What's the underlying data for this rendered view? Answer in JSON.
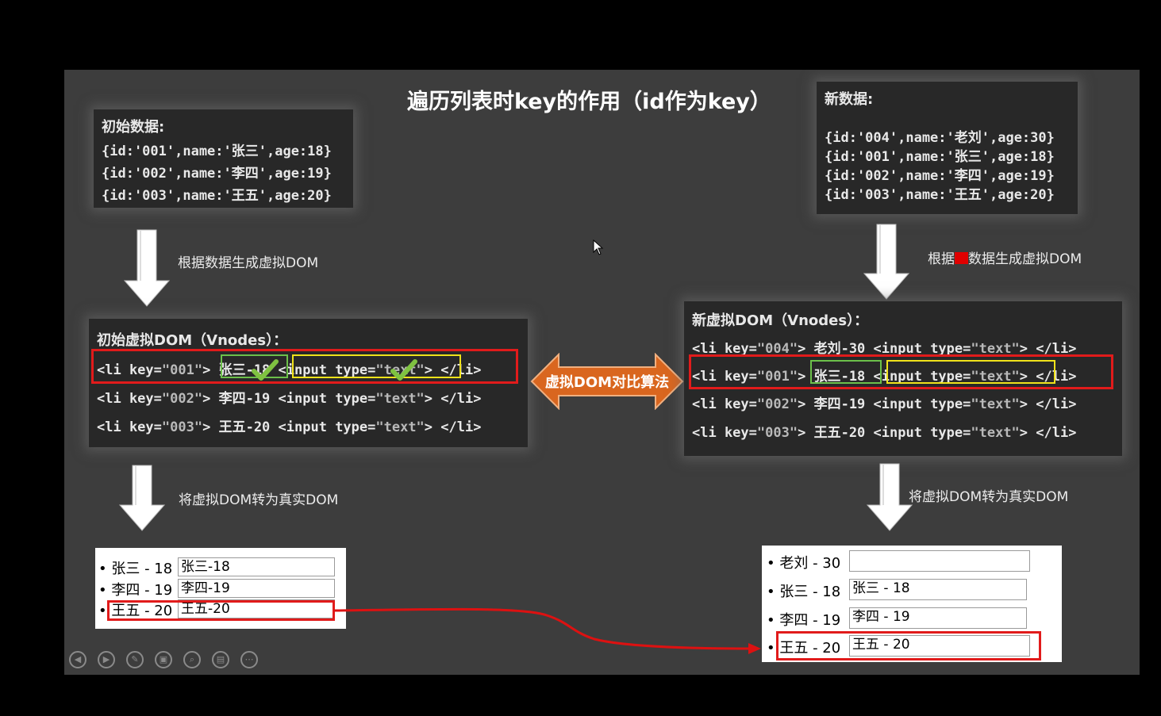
{
  "title": "遍历列表时key的作用（id作为key）",
  "initial_data": {
    "heading": "初始数据:",
    "lines": [
      "{id:'001',name:'张三',age:18}",
      "{id:'002',name:'李四',age:19}",
      "{id:'003',name:'王五',age:20}"
    ]
  },
  "new_data": {
    "heading": "新数据:",
    "lines": [
      "{id:'004',name:'老刘',age:30}",
      "{id:'001',name:'张三',age:18}",
      "{id:'002',name:'李四',age:19}",
      "{id:'003',name:'王五',age:20}"
    ]
  },
  "captions": {
    "gen_initial": "根据数据生成虚拟DOM",
    "gen_new_pre": "根据",
    "gen_new_post": "数据生成虚拟DOM",
    "to_real_left": "将虚拟DOM转为真实DOM",
    "to_real_right": "将虚拟DOM转为真实DOM"
  },
  "initial_vdom": {
    "heading": "初始虚拟DOM（Vnodes）：",
    "rows": [
      {
        "open": "<li key=",
        "key": "\"001\"",
        "gt": ">",
        "text": "张三-18",
        "input_open": "<input type=",
        "input_type": "\"text\"",
        "input_close": ">",
        "close": "</li>"
      },
      {
        "open": "<li key=",
        "key": "\"002\"",
        "gt": ">",
        "text": "李四-19",
        "input_open": "<input type=",
        "input_type": "\"text\"",
        "input_close": ">",
        "close": "</li>"
      },
      {
        "open": "<li key=",
        "key": "\"003\"",
        "gt": ">",
        "text": "王五-20",
        "input_open": "<input type=",
        "input_type": "\"text\"",
        "input_close": ">",
        "close": "</li>"
      }
    ]
  },
  "new_vdom": {
    "heading": "新虚拟DOM（Vnodes）：",
    "rows": [
      {
        "open": "<li key=",
        "key": "\"004\"",
        "gt": ">",
        "text": "老刘-30",
        "input_open": "<input type=",
        "input_type": "\"text\"",
        "input_close": ">",
        "close": "</li>"
      },
      {
        "open": "<li key=",
        "key": "\"001\"",
        "gt": ">",
        "text": "张三-18",
        "input_open": "<input type=",
        "input_type": "\"text\"",
        "input_close": ">",
        "close": "</li>"
      },
      {
        "open": "<li key=",
        "key": "\"002\"",
        "gt": ">",
        "text": "李四-19",
        "input_open": "<input type=",
        "input_type": "\"text\"",
        "input_close": ">",
        "close": "</li>"
      },
      {
        "open": "<li key=",
        "key": "\"003\"",
        "gt": ">",
        "text": "王五-20",
        "input_open": "<input type=",
        "input_type": "\"text\"",
        "input_close": ">",
        "close": "</li>"
      }
    ]
  },
  "diff_label": "虚拟DOM对比算法",
  "real_dom_left": {
    "items": [
      {
        "label": "张三 - 18",
        "input": "张三-18"
      },
      {
        "label": "李四 - 19",
        "input": "李四-19"
      },
      {
        "label": "王五 - 20",
        "input": "王五-20"
      }
    ]
  },
  "real_dom_right": {
    "items": [
      {
        "label": "老刘 - 30",
        "input": ""
      },
      {
        "label": "张三 - 18",
        "input": "张三 - 18"
      },
      {
        "label": "李四 - 19",
        "input": "李四 - 19"
      },
      {
        "label": "王五 - 20",
        "input": "王五 - 20"
      }
    ]
  },
  "bullet": "•",
  "colors": {
    "highlight_red": "#e11b1b",
    "highlight_green": "#6cc04a",
    "highlight_yellow": "#f0e21a",
    "diff_arrow": "#d9661f",
    "slide_bg": "#3d3d3d",
    "code_bg": "#282828"
  },
  "controls": [
    "previous-icon",
    "next-icon",
    "pen-icon",
    "slides-icon",
    "zoom-icon",
    "subtitle-icon",
    "more-icon"
  ]
}
